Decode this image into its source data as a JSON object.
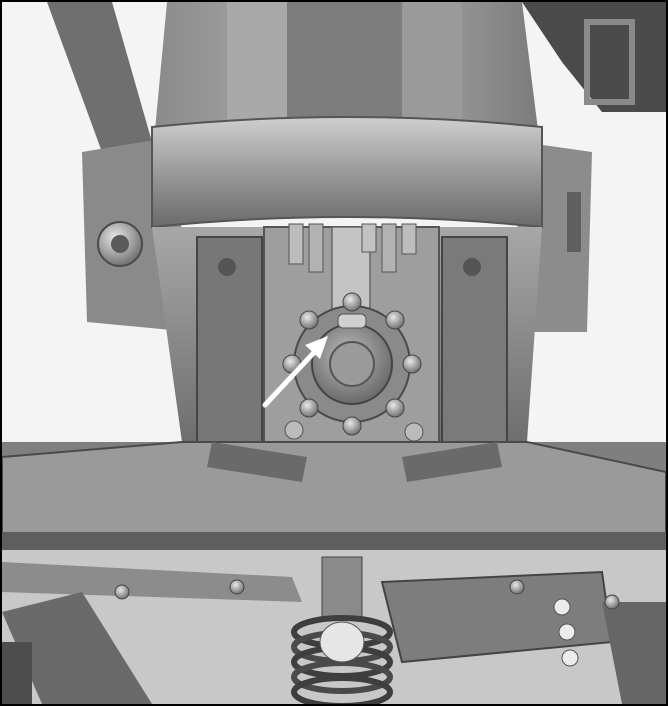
{
  "figure": {
    "kind": "technical-illustration",
    "subject": "mechanical-assembly-underside",
    "callout": "arrow-pointing-to-hub",
    "palette": {
      "light_metal": "#b9b9b9",
      "mid_metal": "#8d8d8d",
      "dark_metal": "#5a5a5a",
      "shadow": "#3a3a3a",
      "arrow": "#ffffff",
      "border": "#000000"
    }
  }
}
